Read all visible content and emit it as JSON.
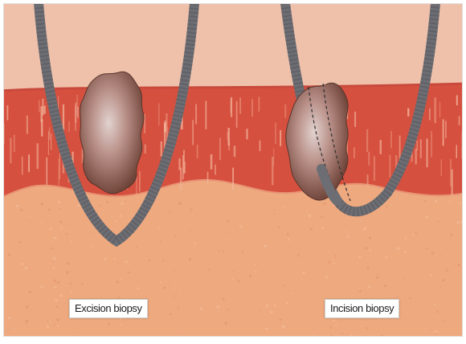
{
  "labels": {
    "excision": "Excision biopsy",
    "incision": "Incision biopsy"
  },
  "colors": {
    "epidermis": "#efc1ab",
    "dermis": "#d6503f",
    "dermis_streak": "#f3b79d",
    "subcutis": "#eea97f",
    "cut_line": "#6d6e73",
    "lesion": "#8b5d52",
    "lesion_highlight": "#dcc9c6"
  },
  "icons": [
    "skin-cross-section",
    "lesion",
    "excision-cut",
    "incision-cut"
  ]
}
